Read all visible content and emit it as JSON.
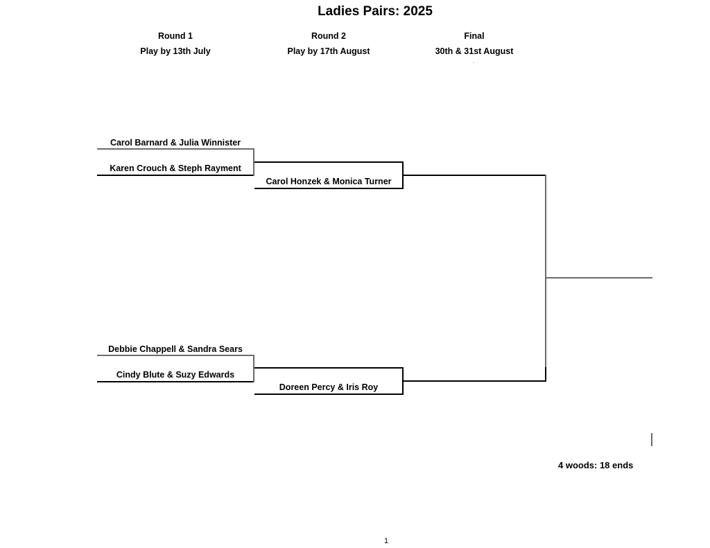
{
  "title": "Ladies Pairs: 2025",
  "rounds": [
    {
      "name": "Round 1",
      "date": "Play by 13th July"
    },
    {
      "name": "Round 2",
      "date": "Play by 17th August"
    },
    {
      "name": "Final",
      "date": "30th & 31st August"
    }
  ],
  "round1": [
    "Carol Barnard & Julia Winnister",
    "Karen Crouch & Steph Rayment",
    "Debbie Chappell & Sandra Sears",
    "Cindy Blute & Suzy Edwards"
  ],
  "round2": [
    "Carol Honzek & Monica Turner",
    "Doreen Percy  & Iris Roy"
  ],
  "note": "4 woods: 18 ends",
  "page_number": "1",
  "colors": {
    "line": "#000000",
    "line_grey": "#6b6b6b"
  }
}
